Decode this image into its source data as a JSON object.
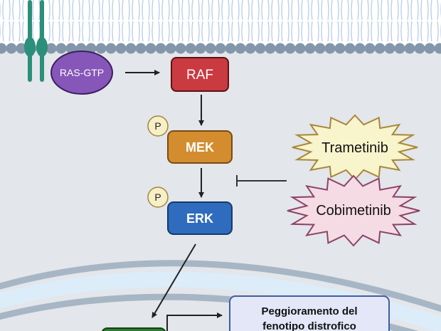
{
  "nodes": {
    "ras": {
      "label": "RAS-GTP",
      "color": "#8656b8"
    },
    "raf": {
      "label": "RAF",
      "color": "#c93a41"
    },
    "mek": {
      "label": "MEK",
      "color": "#d38d2e"
    },
    "erk": {
      "label": "ERK",
      "color": "#2f6cbe"
    },
    "phospho_mek": {
      "label": "P"
    },
    "phospho_erk": {
      "label": "P"
    }
  },
  "drugs": [
    {
      "label": "Trametinib",
      "color": "#f8f4cc",
      "stroke": "#a8873a"
    },
    {
      "label": "Cobimetinib",
      "color": "#f5dbe4",
      "stroke": "#8d4368"
    }
  ],
  "outcome": {
    "line1": "Peggioramento del",
    "line2": "fenotipo distrofico"
  },
  "colors": {
    "cytoplasm": "#e3e6ea",
    "membrane_head": "#8497aa",
    "membrane_tail": "#b7cde6",
    "receptor": "#2b8f7a",
    "nucleus_membrane": "#a7b6c4",
    "nucleus_lumen": "#dcecf8",
    "transcription_factor": "#2e7d32"
  }
}
